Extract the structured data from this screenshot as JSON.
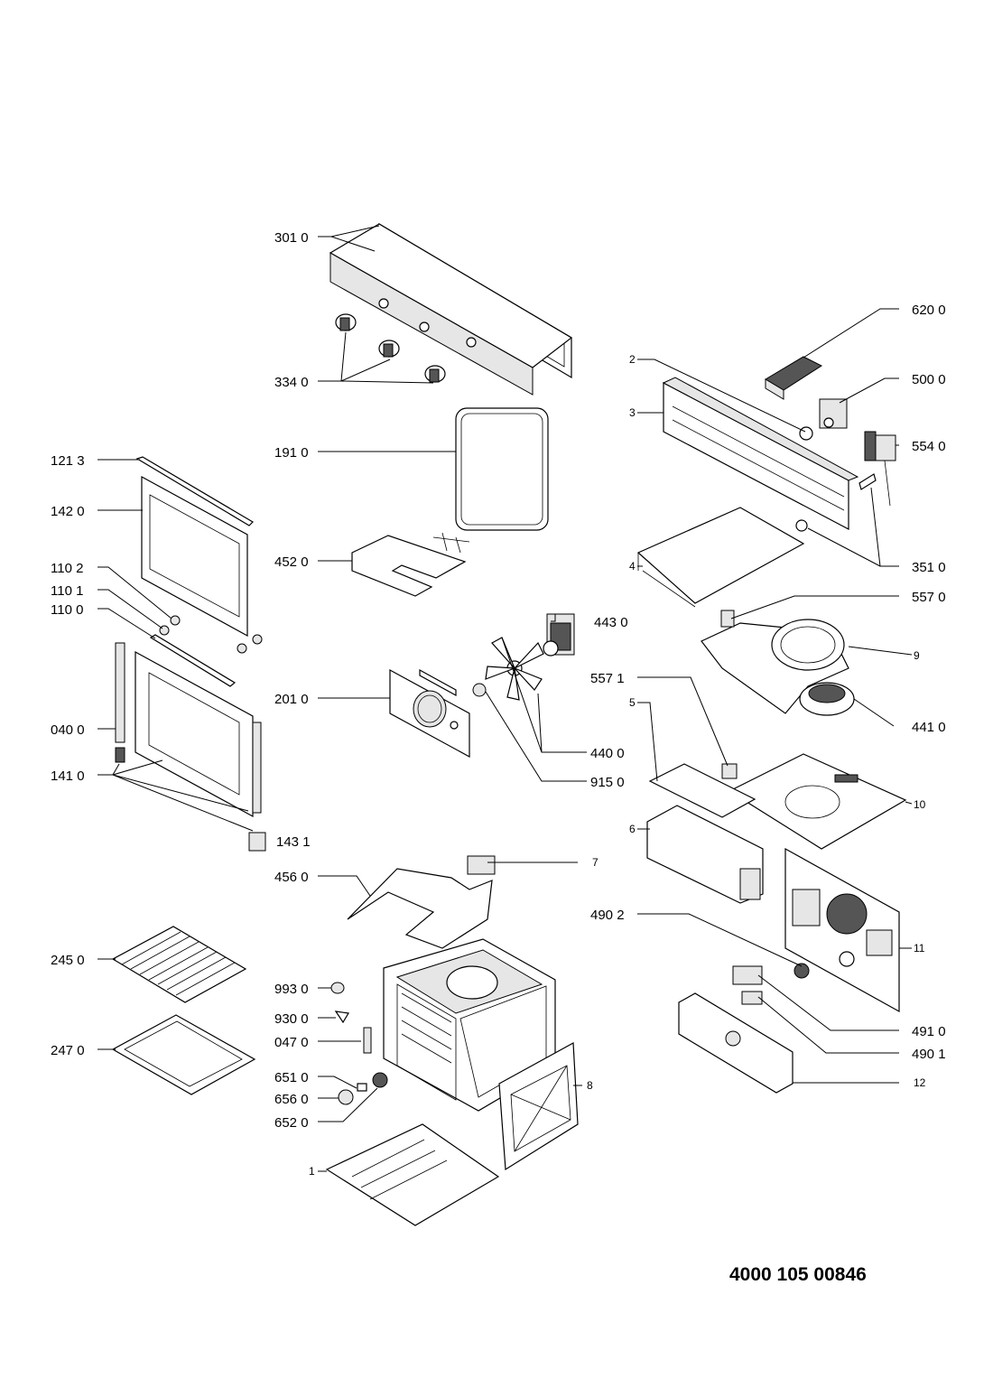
{
  "document_number": "4000 105 00846",
  "callouts": {
    "c301_0": "301 0",
    "c334_0": "334 0",
    "c191_0": "191 0",
    "c121_3": "121 3",
    "c142_0": "142 0",
    "c110_2": "110 2",
    "c110_1": "110 1",
    "c110_0": "110 0",
    "c452_0": "452 0",
    "c040_0": "040 0",
    "c141_0": "141 0",
    "c201_0": "201 0",
    "c143_1": "143 1",
    "c456_0": "456 0",
    "c245_0": "245 0",
    "c247_0": "247 0",
    "c993_0": "993 0",
    "c930_0": "930 0",
    "c047_0": "047 0",
    "c651_0": "651 0",
    "c656_0": "656 0",
    "c652_0": "652 0",
    "c1": "1",
    "c2": "2",
    "c3": "3",
    "c4": "4",
    "c5": "5",
    "c6": "6",
    "c7": "7",
    "c8": "8",
    "c9": "9",
    "c10": "10",
    "c11": "11",
    "c12": "12",
    "c620_0": "620 0",
    "c500_0": "500 0",
    "c554_0": "554 0",
    "c351_0": "351 0",
    "c557_0": "557 0",
    "c443_0": "443 0",
    "c557_1": "557 1",
    "c441_0": "441 0",
    "c440_0": "440 0",
    "c915_0": "915 0",
    "c490_2": "490 2",
    "c491_0": "491 0",
    "c490_1": "490 1"
  }
}
